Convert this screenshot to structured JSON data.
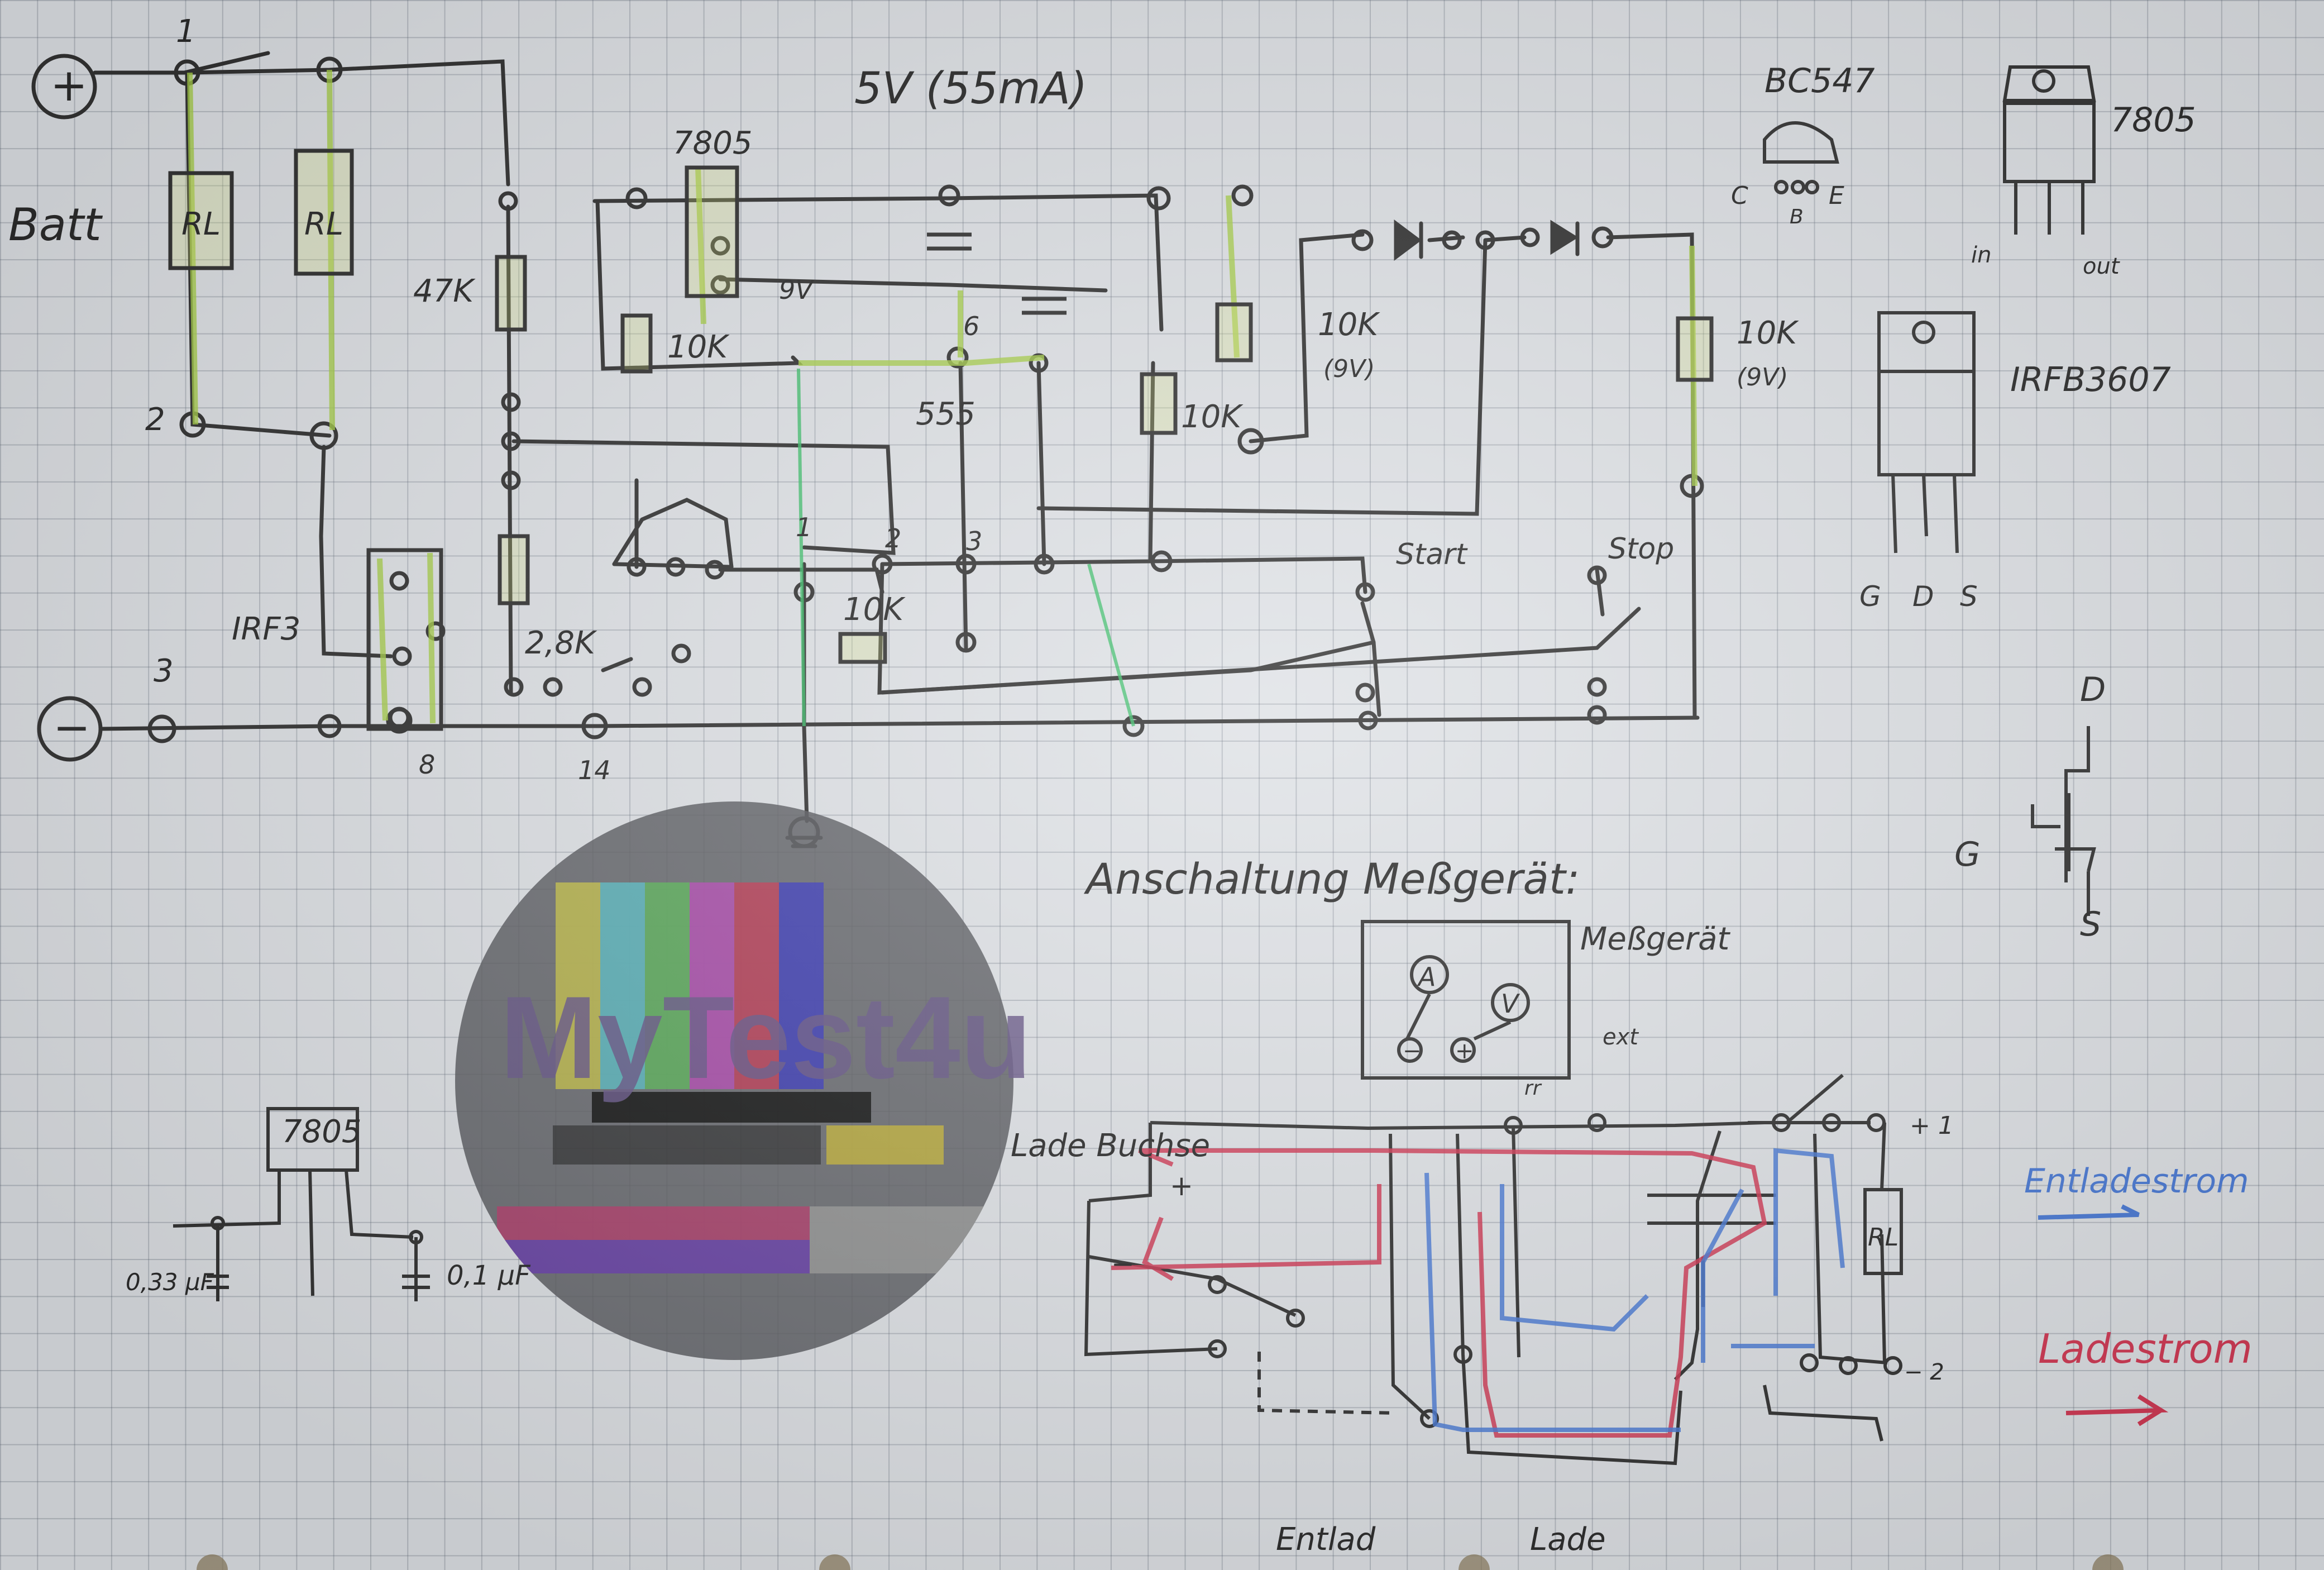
{
  "circuit": {
    "title": "5V (55mA)",
    "battery": {
      "plus": "+",
      "minus": "−",
      "label": "Batt"
    },
    "nodes": {
      "n1": "1",
      "n2": "2",
      "n3": "3"
    },
    "resistors": {
      "rl1": "RL",
      "rl2": "RL",
      "r47k": "47K",
      "r10k_a": "10K",
      "r10k_b": "10K",
      "r10k_c": "10K",
      "r10k_d": "10K",
      "r10k_e": "10K",
      "r28k": "2,8K"
    },
    "r10k_d_note": "(9V)",
    "r10k_e_note": "(9V)",
    "regulator": "7805",
    "timer": "555",
    "mosfet": "IRF3",
    "pin_labels": {
      "p2": "2",
      "p3": "3",
      "p6": "6",
      "p8": "8",
      "p14": "14",
      "p1": "1"
    },
    "pin9v": "9V",
    "switch_start": "Start",
    "switch_stop": "Stop"
  },
  "parts": {
    "bc547": {
      "name": "BC547",
      "pins": [
        "C",
        "B",
        "E"
      ]
    },
    "reg7805": {
      "name": "7805",
      "pin_in": "in",
      "pin_out": "out"
    },
    "irfb": {
      "name": "IRFB3607",
      "pins": [
        "G",
        "D",
        "S"
      ]
    },
    "mos_symbol": {
      "d": "D",
      "g": "G",
      "s": "S"
    }
  },
  "reg_circuit": {
    "name": "7805",
    "c1": "0,33 µF",
    "c2": "0,1 µF"
  },
  "logo": {
    "text": "MyTest4u",
    "bars": [
      "#c8c44a",
      "#5ac0c8",
      "#5bb85a",
      "#b84ab8",
      "#c43a55",
      "#3a3ac0"
    ]
  },
  "meter_section": {
    "title": "Anschaltung Meßgerät:",
    "meter": "Meßgerät",
    "a": "A",
    "v": "V",
    "minus": "−",
    "plus": "+",
    "ext": "ext",
    "rr": "rr",
    "lade_buchse": "Lade Buchse",
    "plus_sign": "+",
    "minus_sign": "−",
    "rl": "RL",
    "node1": "+ 1",
    "node2": "− 2",
    "entlade_bottom": "Entlad",
    "lade_bottom": "Lade",
    "legend_discharge": "Entladestrom",
    "legend_charge": "Ladestrom",
    "color_discharge": "#4b7bd6",
    "color_charge": "#d23a55"
  }
}
